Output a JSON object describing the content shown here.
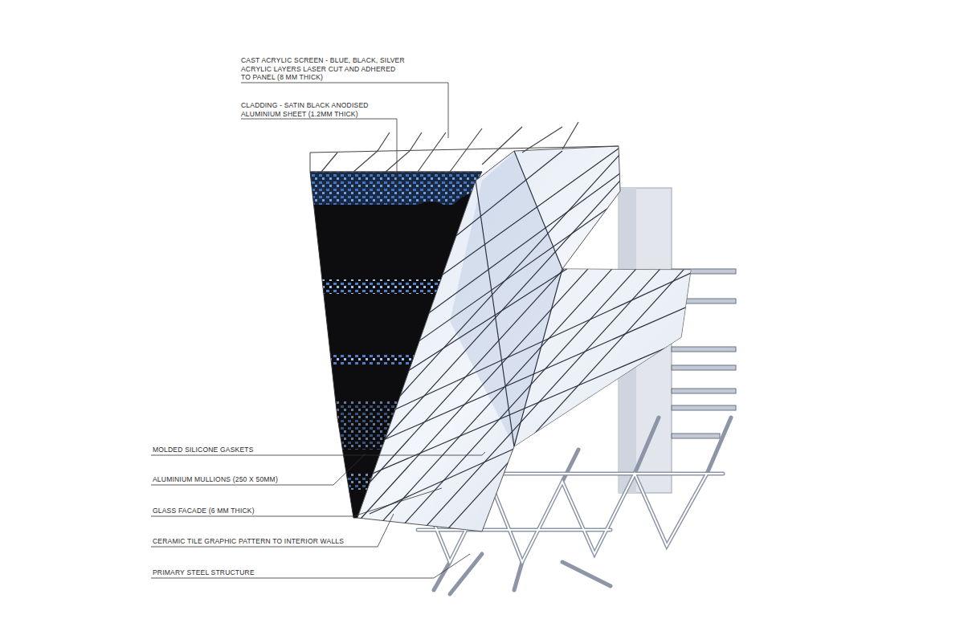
{
  "diagram": {
    "labels": [
      "CAST ACRYLIC SCREEN - BLUE, BLACK, SILVER ACRYLIC LAYERS LASER CUT AND ADHERED TO PANEL (8 MM THICK)",
      "CLADDING - SATIN BLACK ANODISED ALUMINIUM SHEET (1.2MM THICK)",
      "MOLDED SILICONE GASKETS",
      "ALUMINIUM MULLIONS (250 X 50MM)",
      "GLASS FACADE (6 MM THICK)",
      "CERAMIC TILE GRAPHIC PATTERN TO INTERIOR WALLS",
      "PRIMARY STEEL STRUCTURE"
    ]
  }
}
